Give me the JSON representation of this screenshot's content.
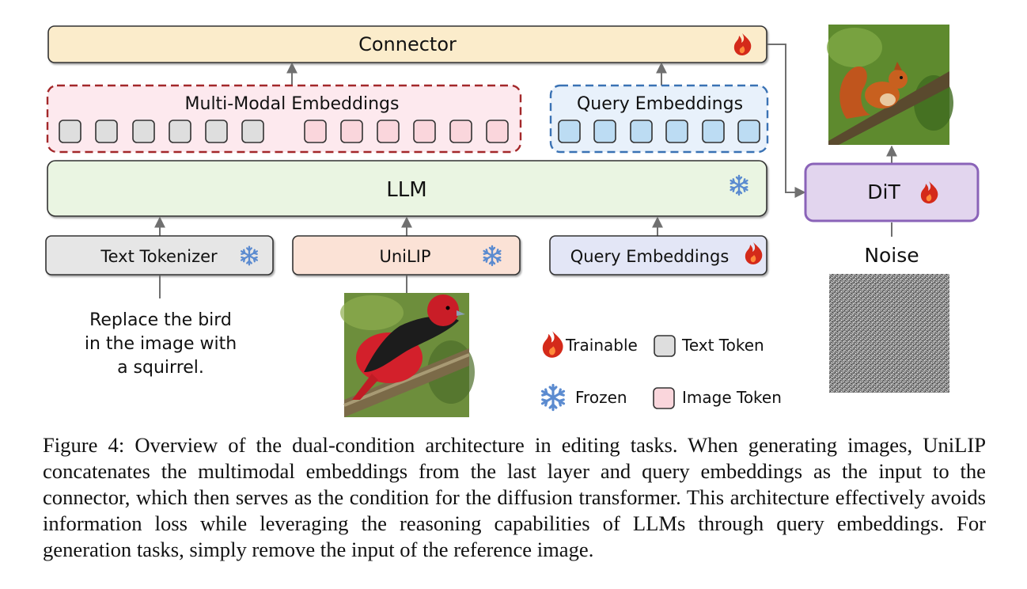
{
  "diagram": {
    "connector_label": "Connector",
    "multimodal_label": "Multi-Modal Embeddings",
    "query_top_label": "Query Embeddings",
    "llm_label": "LLM",
    "text_tokenizer_label": "Text Tokenizer",
    "unilip_label": "UniLIP",
    "query_bottom_label": "Query Embeddings",
    "dit_label": "DiT",
    "noise_label": "Noise",
    "instruction_lines": [
      "Replace the bird",
      "in the image with",
      "a squirrel."
    ]
  },
  "legend": {
    "trainable": "Trainable",
    "frozen": "Frozen",
    "text_token": "Text Token",
    "image_token": "Image Token"
  },
  "colors": {
    "connector_fill": "#fbeccb",
    "llm_fill": "#eaf5e2",
    "tokenizer_fill": "#e6e6e6",
    "unilip_fill": "#fbe2d6",
    "query_fill": "#e3e6f6",
    "dit_fill": "#e2d5ee",
    "dit_border": "#8a63b8",
    "multimodal_border": "#a3282a",
    "query_border": "#3a72b4",
    "text_token": "#dedede",
    "image_token": "#fad6dc",
    "query_token": "#bcdcf3",
    "flame": "#d42a1a",
    "snowflake": "#5b8bd0"
  },
  "icons": {
    "trainable": "flame-icon",
    "frozen": "snowflake-icon"
  },
  "caption": "Figure 4: Overview of the dual-condition architecture in editing tasks. When generating images, UniLIP concatenates the multimodal embeddings from the last layer and query embeddings as the input to the connector, which then serves as the condition for the diffusion transformer. This architecture effectively avoids information loss while leveraging the reasoning capabilities of LLMs through query embeddings. For generation tasks, simply remove the input of the reference image."
}
